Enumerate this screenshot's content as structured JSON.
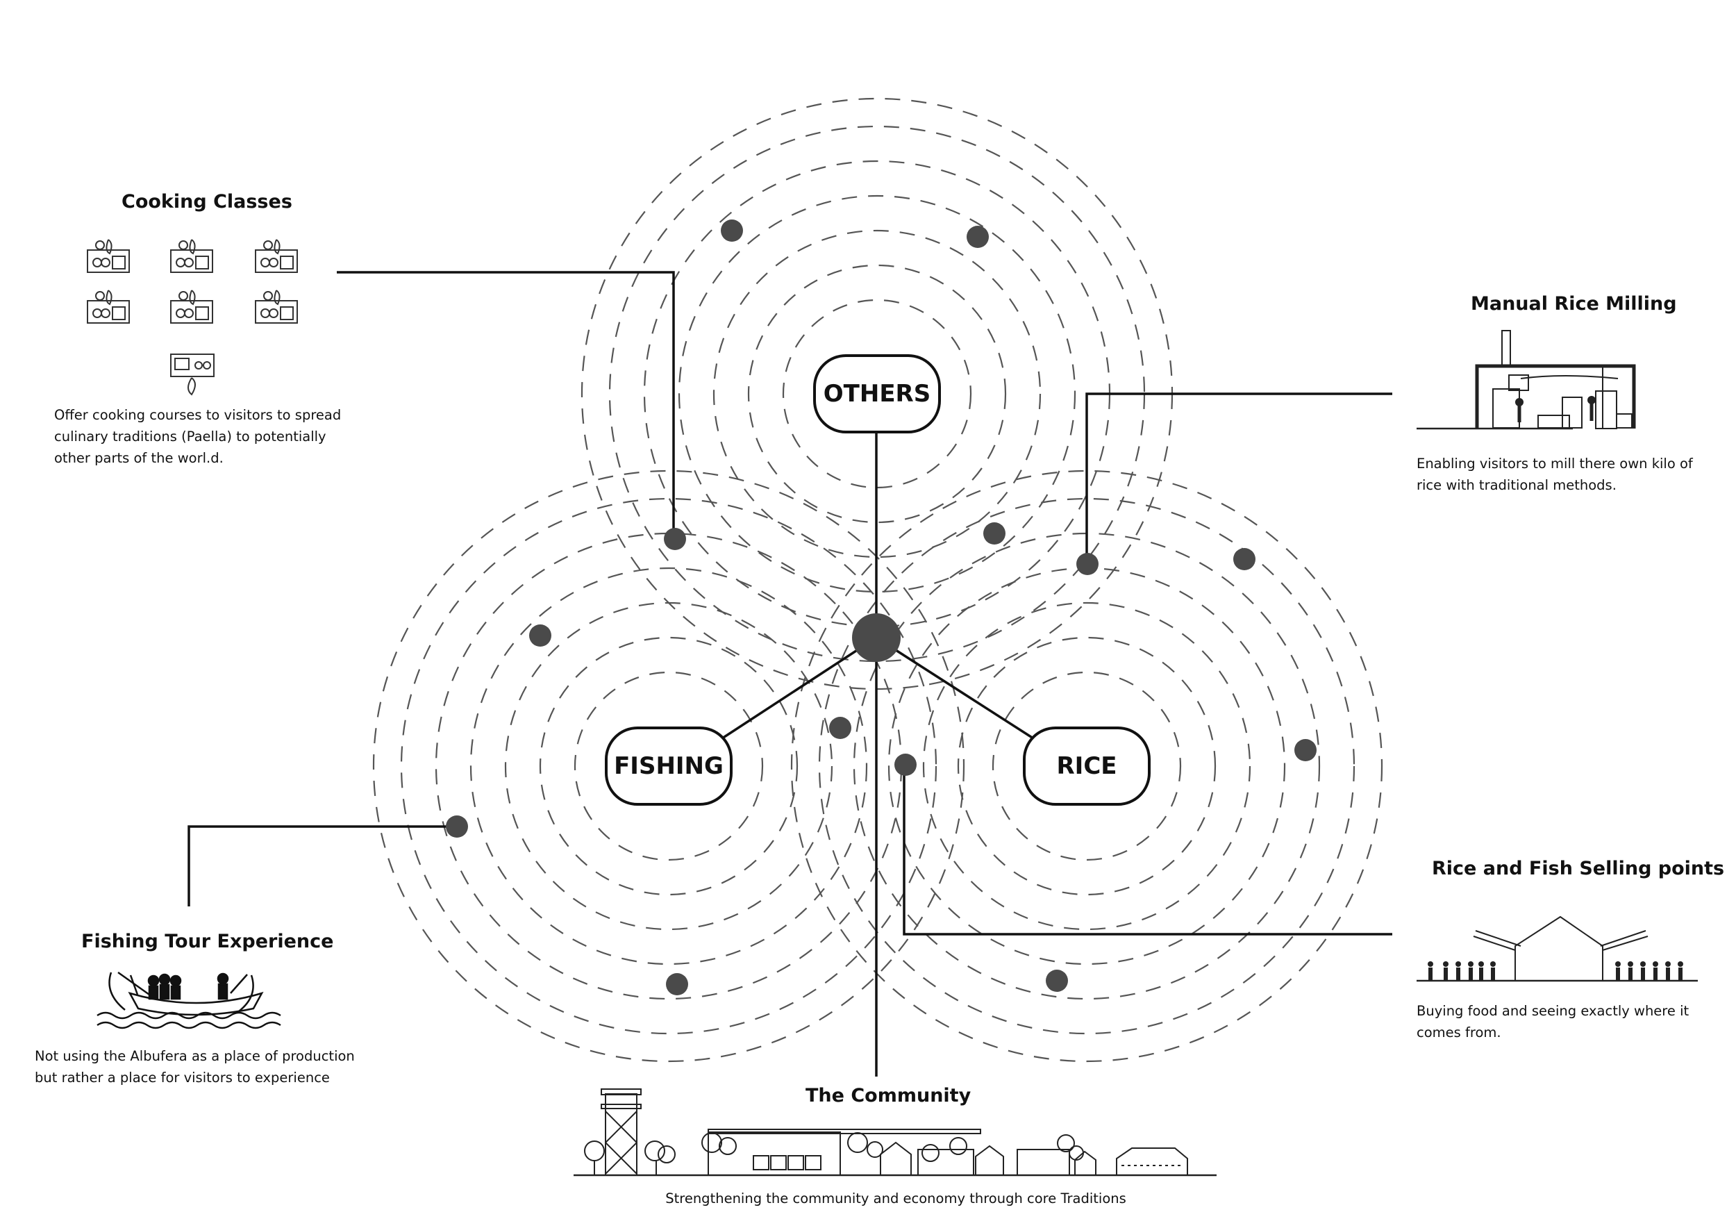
{
  "hubs": {
    "others": "OTHERS",
    "fishing": "FISHING",
    "rice": "RICE"
  },
  "features": {
    "cooking": {
      "title": "Cooking Classes",
      "description": "Offer cooking courses to visitors to spread\nculinary traditions (Paella) to potentially\nother parts of the worl.d."
    },
    "milling": {
      "title": "Manual Rice Milling",
      "description": "Enabling visitors to mill there own kilo of\nrice with traditional methods."
    },
    "fishing_tour": {
      "title": "Fishing Tour Experience",
      "description": "Not using the Albufera as a place of production\nbut rather a place for visitors to experience"
    },
    "selling": {
      "title": "Rice and Fish Selling points",
      "description": "Buying food and seeing exactly where it\ncomes from."
    },
    "community": {
      "title": "The Community",
      "description": "Strengthening the community and economy through core Traditions"
    }
  },
  "colors": {
    "ink": "#111111",
    "dot": "#4a4a4a",
    "ring": "#555555"
  }
}
